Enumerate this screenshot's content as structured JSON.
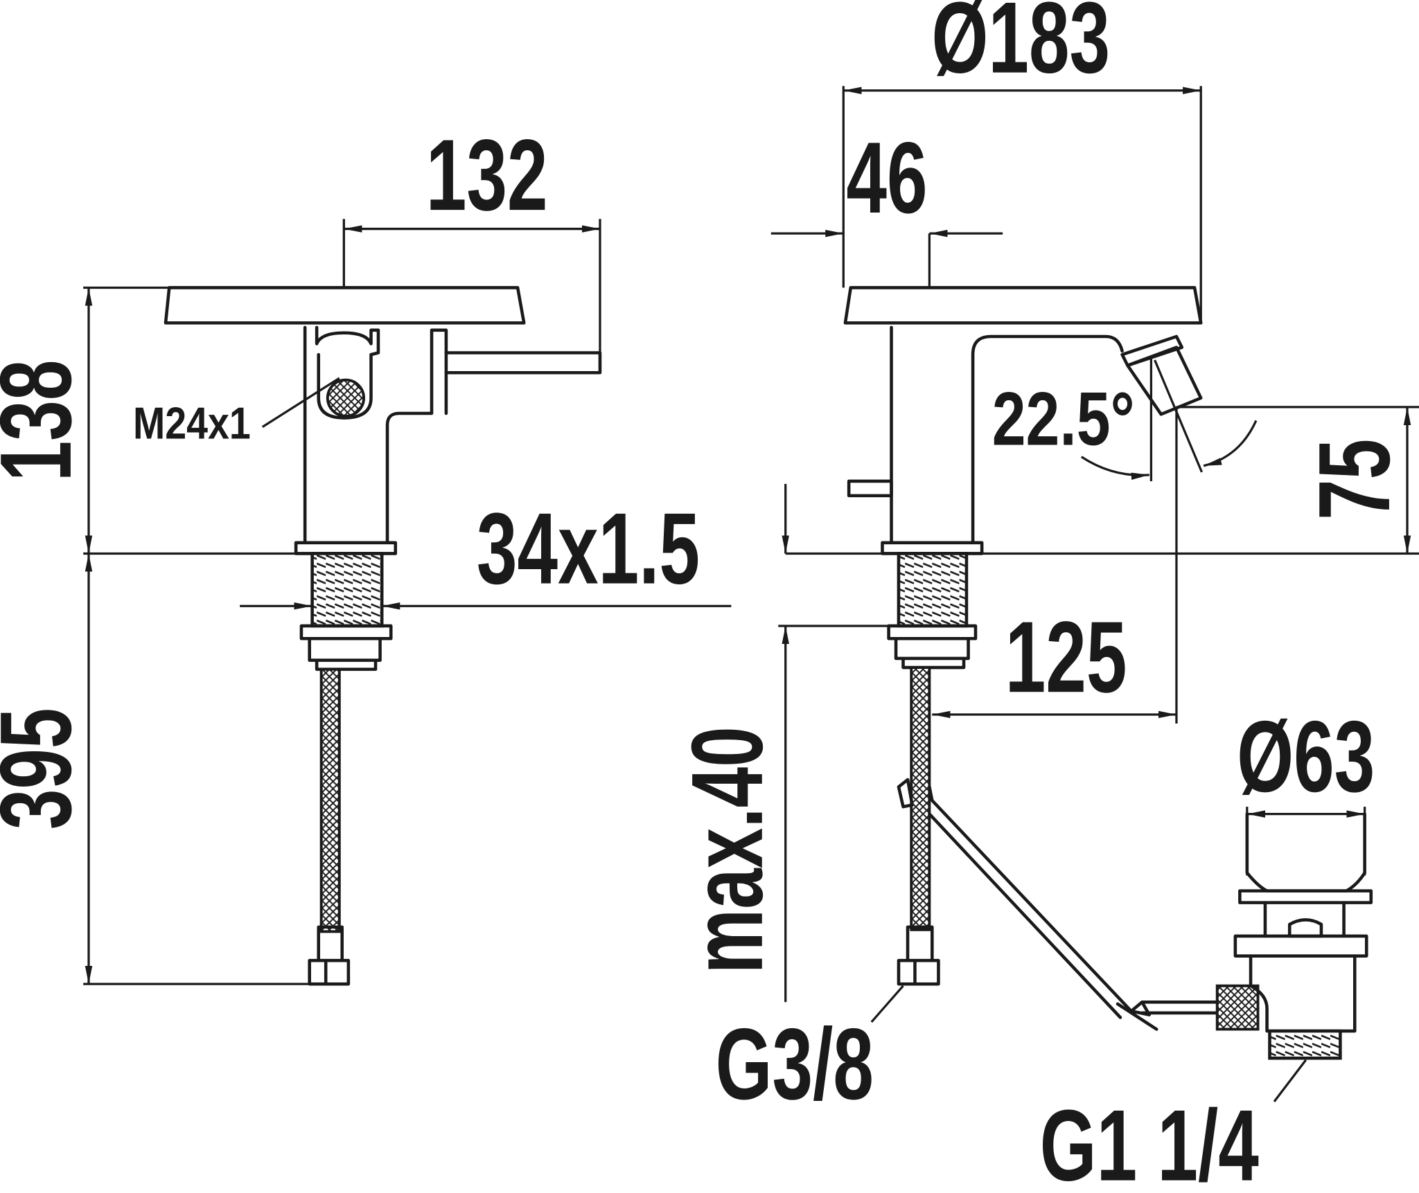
{
  "labels": {
    "dia_183": "Ø183",
    "dim_132": "132",
    "dim_46": "46",
    "dim_138": "138",
    "thread_m24": "M24x1",
    "dim_34": "34x1.5",
    "angle": "22.5°",
    "dim_75": "75",
    "dim_395": "395",
    "max_40": "max.40",
    "dim_125": "125",
    "dia_63": "Ø63",
    "g38": "G3/8",
    "g114": "G1 1/4"
  },
  "colors": {
    "line": "#1a1a1a",
    "background": "#ffffff"
  }
}
